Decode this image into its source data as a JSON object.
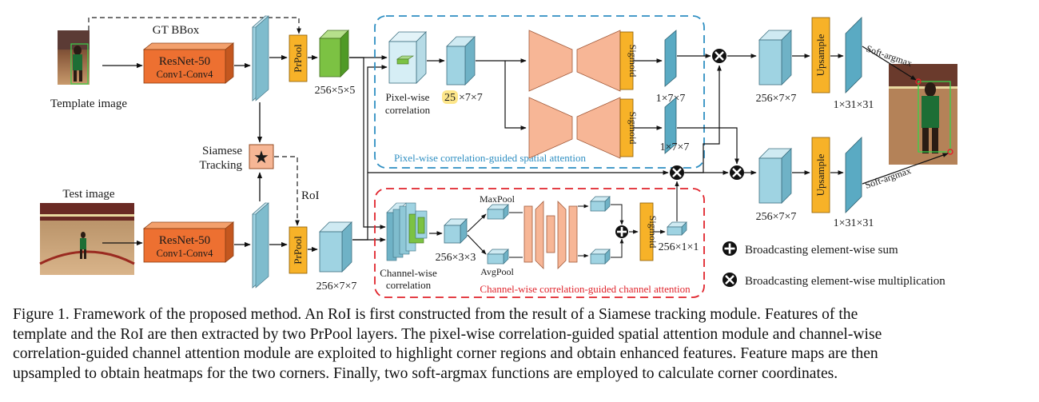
{
  "diagram": {
    "labels": {
      "gt_bbox": "GT BBox",
      "template_image": "Template image",
      "test_image": "Test image",
      "resnet_title": "ResNet-50",
      "resnet_sub": "Conv1-Conv4",
      "prpool": "PrPool",
      "siamese_tracking_1": "Siamese",
      "siamese_tracking_2": "Tracking",
      "roi": "RoI",
      "dim_256x5x5": "256×5×5",
      "dim_256x7x7": "256×7×7",
      "pixel_wise_1": "Pixel-wise",
      "pixel_wise_2": "correlation",
      "dim_25_prefix": "25",
      "dim_25_suffix": "×7×7",
      "sigmoid": "Sigmoid",
      "dim_1x7x7": "1×7×7",
      "spatial_attention_title": "Pixel-wise correlation-guided spatial attention",
      "channel_wise_1": "Channel-wise",
      "channel_wise_2": "correlation",
      "dim_256x3x3": "256×3×3",
      "maxpool": "MaxPool",
      "avgpool": "AvgPool",
      "dim_256x1x1": "256×1×1",
      "channel_attention_title": "Channel-wise correlation-guided channel attention",
      "upsample": "Upsample",
      "dim_1x31x31": "1×31×31",
      "soft_argmax": "Soft-argmax",
      "legend_sum": "Broadcasting element-wise sum",
      "legend_mult": "Broadcasting element-wise multiplication"
    },
    "colors": {
      "resnet": "#ed7031",
      "prpool": "#f7b228",
      "feature_blue": "#9fd3e2",
      "feature_green": "#7cc243",
      "hourglass": "#f7b696",
      "spatial_border": "#2f8fc2",
      "channel_border": "#e0242c",
      "highlight": "#fde68a"
    }
  },
  "caption": {
    "line1": "Figure 1. Framework of the proposed method.  An RoI is first constructed from the result of a Siamese tracking module.  Features of the",
    "line2": "template and the RoI are then extracted by two PrPool layers. The pixel-wise correlation-guided spatial attention module and channel-wise",
    "line3": "correlation-guided channel attention module are exploited to highlight corner regions and obtain enhanced features. Feature maps are then",
    "line4": "upsampled to obtain heatmaps for the two corners. Finally, two soft-argmax functions are employed to calculate corner coordinates."
  }
}
